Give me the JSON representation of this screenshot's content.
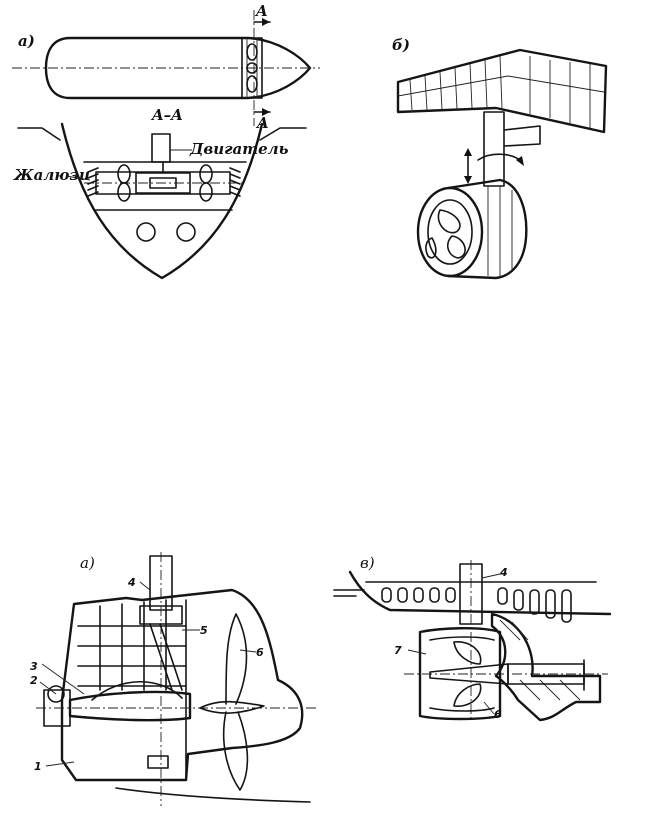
{
  "figure_top": {
    "panel_a_label": "а)",
    "panel_b_label": "б)",
    "section_mark_top": "A",
    "section_mark_bottom": "A",
    "section_title": "A–A",
    "engine_label": "Двигатель",
    "louvres_label": "Жалюзи"
  },
  "figure_bottom": {
    "panel_a_label": "а)",
    "panel_b_label": "в)",
    "callouts_a": [
      "1",
      "2",
      "3",
      "4",
      "5",
      "6"
    ],
    "callouts_b": [
      "4",
      "6",
      "7"
    ]
  }
}
